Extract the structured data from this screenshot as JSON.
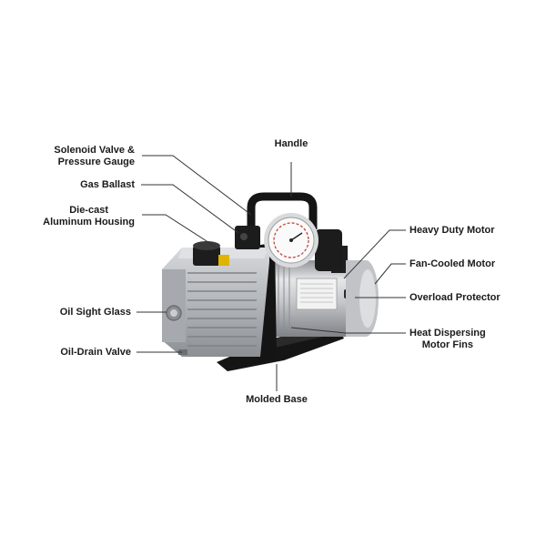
{
  "labels": {
    "solenoid": [
      "Solenoid Valve &",
      "Pressure Gauge"
    ],
    "handle": "Handle",
    "gas_ballast": "Gas Ballast",
    "housing": [
      "Die-cast",
      "Aluminum Housing"
    ],
    "heavy_motor": "Heavy Duty Motor",
    "fan_motor": "Fan-Cooled Motor",
    "overload": "Overload Protector",
    "oil_sight": "Oil Sight Glass",
    "heat_fins": [
      "Heat Dispersing",
      "Motor Fins"
    ],
    "oil_drain": "Oil-Drain Valve",
    "base": "Molded Base"
  },
  "colors": {
    "leader": "#333333",
    "aluminum": "#b9bcc0",
    "aluminum_dark": "#8d9096",
    "motor": "#c8cacd",
    "black": "#1b1b1b"
  }
}
